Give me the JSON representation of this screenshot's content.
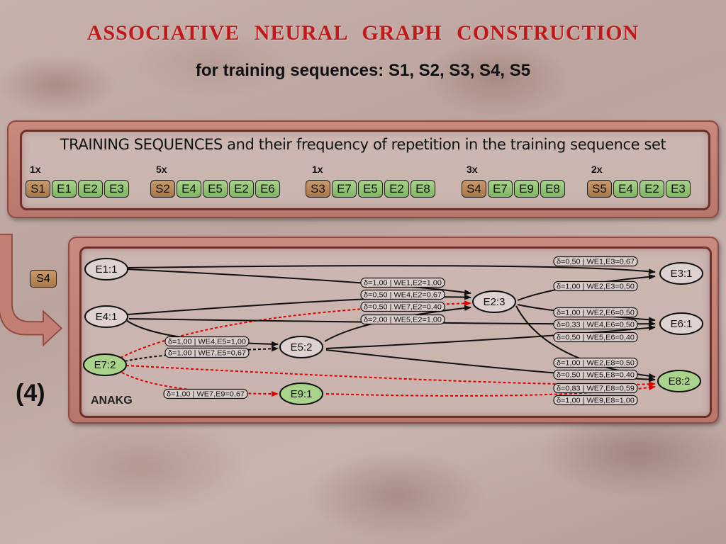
{
  "title": "ASSOCIATIVE NEURAL GRAPH CONSTRUCTION",
  "subtitle": "for training sequences: S1, S2, S3, S4, S5",
  "training": {
    "heading": "TRAINING SEQUENCES and their frequency of repetition in the training sequence set",
    "sequences": [
      {
        "freq": "1x",
        "id": "S1",
        "events": [
          "E1",
          "E2",
          "E3"
        ]
      },
      {
        "freq": "5x",
        "id": "S2",
        "events": [
          "E4",
          "E5",
          "E2",
          "E6"
        ]
      },
      {
        "freq": "1x",
        "id": "S3",
        "events": [
          "E7",
          "E5",
          "E2",
          "E8"
        ]
      },
      {
        "freq": "3x",
        "id": "S4",
        "events": [
          "E7",
          "E9",
          "E8"
        ]
      },
      {
        "freq": "2x",
        "id": "S5",
        "events": [
          "E4",
          "E2",
          "E3"
        ]
      }
    ]
  },
  "current_sequence": "S4",
  "step": "(4)",
  "graph_label": "ANAKG",
  "colors": {
    "title": "#c0181b",
    "sequence_id": "#b8875a",
    "event": "#8fc46f",
    "active_node": "#a9d38a",
    "inactive_node": "#ddd2cf",
    "active_edge": "#e00000",
    "edge": "#111111"
  },
  "nodes": [
    {
      "id": "E1",
      "label": "E1:1",
      "active": false
    },
    {
      "id": "E4",
      "label": "E4:1",
      "active": false
    },
    {
      "id": "E7",
      "label": "E7:2",
      "active": true
    },
    {
      "id": "E5",
      "label": "E5:2",
      "active": false
    },
    {
      "id": "E9",
      "label": "E9:1",
      "active": true
    },
    {
      "id": "E2",
      "label": "E2:3",
      "active": false
    },
    {
      "id": "E3",
      "label": "E3:1",
      "active": false
    },
    {
      "id": "E6",
      "label": "E6:1",
      "active": false
    },
    {
      "id": "E8",
      "label": "E8:2",
      "active": true
    }
  ],
  "edges": [
    {
      "from": "E1",
      "to": "E2",
      "label": "δ=1,00 | WE1,E2=1,00",
      "active": false
    },
    {
      "from": "E4",
      "to": "E2",
      "label": "δ=0,50 | WE4,E2=0,67",
      "active": false
    },
    {
      "from": "E7",
      "to": "E2",
      "label": "δ=0,50 | WE7,E2=0,40",
      "active": true
    },
    {
      "from": "E5",
      "to": "E2",
      "label": "δ=2,00 | WE5,E2=1,00",
      "active": false
    },
    {
      "from": "E4",
      "to": "E5",
      "label": "δ=1,00 | WE4,E5=1,00",
      "active": false
    },
    {
      "from": "E7",
      "to": "E5",
      "label": "δ=1,00 | WE7,E5=0,67",
      "active": false
    },
    {
      "from": "E7",
      "to": "E9",
      "label": "δ=1,00 | WE7,E9=0,67",
      "active": true
    },
    {
      "from": "E1",
      "to": "E3",
      "label": "δ=0,50 | WE1,E3=0,67",
      "active": false
    },
    {
      "from": "E2",
      "to": "E3",
      "label": "δ=1,00 | WE2,E3=0,50",
      "active": false
    },
    {
      "from": "E2",
      "to": "E6",
      "label": "δ=1,00 | WE2,E6=0,50",
      "active": false
    },
    {
      "from": "E4",
      "to": "E6",
      "label": "δ=0,33 | WE4,E6=0,50",
      "active": false
    },
    {
      "from": "E5",
      "to": "E6",
      "label": "δ=0,50 | WE5,E6=0,40",
      "active": false
    },
    {
      "from": "E2",
      "to": "E8",
      "label": "δ=1,00 | WE2,E8=0,50",
      "active": false
    },
    {
      "from": "E5",
      "to": "E8",
      "label": "δ=0,50 | WE5,E8=0,40",
      "active": false
    },
    {
      "from": "E7",
      "to": "E8",
      "label": "δ=0,83 | WE7,E8=0,59",
      "active": true
    },
    {
      "from": "E9",
      "to": "E8",
      "label": "δ=1,00 | WE9,E8=1,00",
      "active": true
    }
  ]
}
